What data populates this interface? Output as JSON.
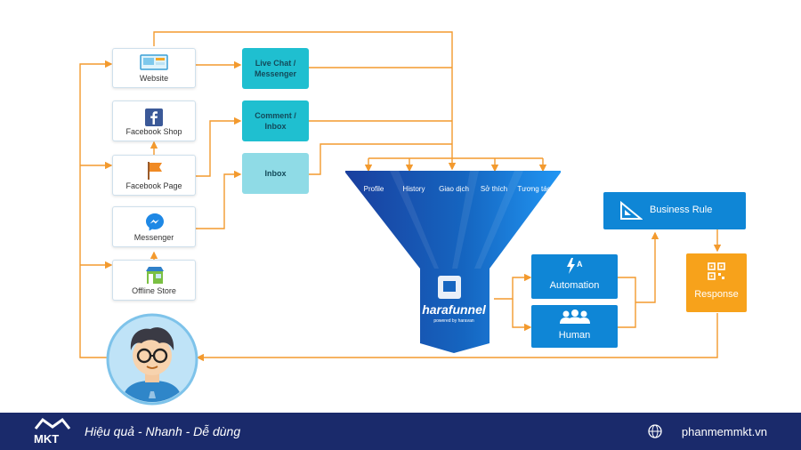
{
  "sources": {
    "website": "Website",
    "facebook_shop": "Facebook Shop",
    "facebook_page": "Facebook Page",
    "messenger": "Messenger",
    "offline_store": "Offline Store"
  },
  "channels": {
    "live_chat": "Live Chat /\nMessenger",
    "comment": "Comment /\nInbox",
    "inbox": "Inbox"
  },
  "funnel": {
    "stages": [
      "Profile",
      "History",
      "Giao dịch",
      "Sở thích",
      "Tương tác"
    ],
    "brand": "harafunnel",
    "powered_by": "powered by haravan"
  },
  "processing": {
    "automation": "Automation",
    "human": "Human",
    "business_rule": "Business Rule",
    "response": "Response"
  },
  "footer": {
    "logo": "MKT",
    "tagline": "Hiệu quả - Nhanh - Dễ dùng",
    "website": "phanmemmkt.vn"
  },
  "colors": {
    "arrow": "#f39a2e",
    "teal": "#1fbfd0",
    "blue": "#0f86d6",
    "orange": "#f7a21b",
    "footer": "#1a2a6b"
  }
}
